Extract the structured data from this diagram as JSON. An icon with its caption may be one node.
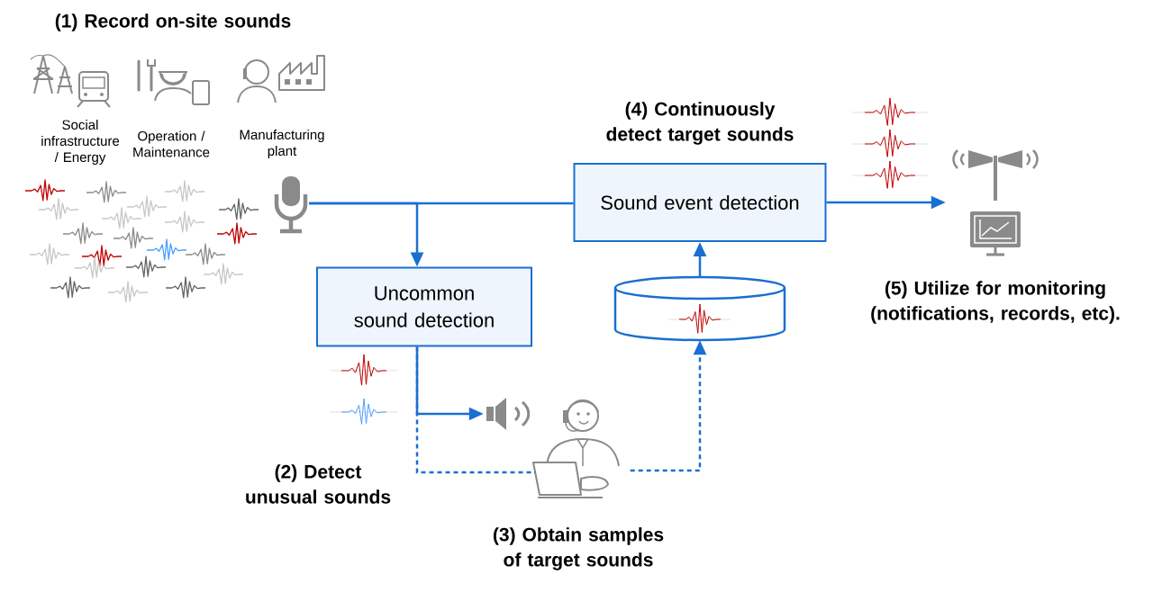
{
  "diagram": {
    "nodes": [
      {
        "text": [],
        "shape": "picture"
      },
      {
        "text": [
          "Uncommon sound detection"
        ]
      },
      {
        "text": [
          "Sound event detection"
        ],
        "beside": [
          "(4) Continuously detect target sounds"
        ]
      },
      {
        "text": [],
        "shape": "cylinder"
      },
      {
        "text": [],
        "shape": "picture"
      },
      {
        "text": [],
        "shape": "picture",
        "beside": [
          "(3) Obtain samples of target sounds"
        ]
      },
      {
        "text": [],
        "shape": "picture",
        "beside": [
          "(5) Utilize for monitoring (notifications, records, etc)."
        ]
      }
    ],
    "edges": [
      {
        "from": 0,
        "to": 2,
        "arrow": "none"
      },
      {
        "from": 0,
        "to": 1,
        "arrow": "to"
      },
      {
        "from": 1,
        "to": 4,
        "arrow": "to"
      },
      {
        "from": 1,
        "to": 5,
        "arrow": "none",
        "style": "dashed"
      },
      {
        "from": 5,
        "to": 3,
        "arrow": "to",
        "style": "dashed"
      },
      {
        "from": 3,
        "to": 2,
        "arrow": "to"
      },
      {
        "from": 2,
        "to": 6,
        "arrow": "to"
      }
    ],
    "labels": [
      "(1) Record on-site sounds",
      "Social infrastructure / Energy",
      "Operation / Maintenance",
      "Manufacturing plant",
      "(2) Detect unusual sounds"
    ]
  }
}
